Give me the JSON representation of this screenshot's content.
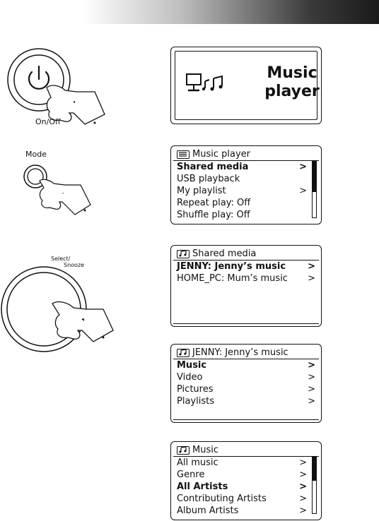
{
  "header": {
    "gradient_from": "#ffffff",
    "gradient_to": "#1a1a1a"
  },
  "captions": {
    "on_off": "On/Off",
    "mode": "Mode",
    "select_line1": "Select/",
    "select_line2": "Snooze"
  },
  "screens": {
    "splash": {
      "line1": "Music",
      "line2": "player",
      "icon": "pc-music-icon"
    },
    "music_player": {
      "title": "Music player",
      "icon": "list-icon",
      "items": [
        {
          "label": "Shared media",
          "chev": ">",
          "bold": true
        },
        {
          "label": "USB playback",
          "chev": "",
          "bold": false
        },
        {
          "label": "My playlist",
          "chev": ">",
          "bold": false
        },
        {
          "label": "Repeat play: Off",
          "chev": "",
          "bold": false
        },
        {
          "label": "Shuffle play: Off",
          "chev": "",
          "bold": false
        }
      ]
    },
    "shared_media": {
      "title": "Shared media",
      "icon": "music-note-icon",
      "items": [
        {
          "label": "JENNY: Jenny’s music",
          "chev": ">",
          "bold": true
        },
        {
          "label": "HOME_PC: Mum’s music",
          "chev": ">",
          "bold": false
        }
      ]
    },
    "jenny": {
      "title": "JENNY: Jenny’s music",
      "icon": "music-note-icon",
      "items": [
        {
          "label": "Music",
          "chev": ">",
          "bold": true
        },
        {
          "label": "Video",
          "chev": ">",
          "bold": false
        },
        {
          "label": "Pictures",
          "chev": ">",
          "bold": false
        },
        {
          "label": "Playlists",
          "chev": ">",
          "bold": false
        }
      ]
    },
    "music": {
      "title": "Music",
      "icon": "music-note-icon",
      "items": [
        {
          "label": "All music",
          "chev": ">",
          "bold": false
        },
        {
          "label": "Genre",
          "chev": ">",
          "bold": false
        },
        {
          "label": "All Artists",
          "chev": ">",
          "bold": true
        },
        {
          "label": "Contributing Artists",
          "chev": ">",
          "bold": false
        },
        {
          "label": "Album Artists",
          "chev": ">",
          "bold": false
        }
      ]
    }
  }
}
